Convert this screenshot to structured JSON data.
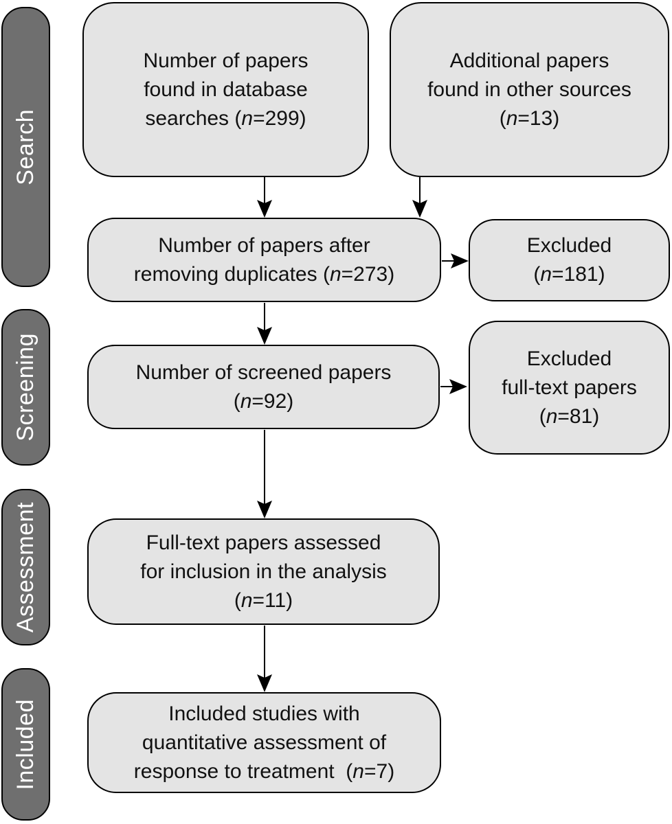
{
  "palette": {
    "box-fill": "#e4e4e4",
    "box-border": "#000000",
    "stage-fill": "#6f6f6f",
    "stage-border": "#000000",
    "stage-text": "#ffffff",
    "text": "#111111",
    "arrow": "#000000"
  },
  "stages": [
    {
      "label": "Search"
    },
    {
      "label": "Screening"
    },
    {
      "label": "Assessment"
    },
    {
      "label": "Included"
    }
  ],
  "boxes": {
    "database": {
      "label": "Number of papers\nfound in database\nsearches (n=299)",
      "n": 299
    },
    "other_sources": {
      "label": "Additional papers\nfound in other sources\n(n=13)",
      "n": 13
    },
    "deduplicated": {
      "label": "Number of papers after\nremoving duplicates (n=273)",
      "n": 273
    },
    "excluded": {
      "label": "Excluded\n(n=181)",
      "n": 181
    },
    "screened": {
      "label": "Number of screened papers\n(n=92)",
      "n": 92
    },
    "excluded_fulltext": {
      "label": "Excluded\nfull-text papers\n(n=81)",
      "n": 81
    },
    "fulltext_assessed": {
      "label": "Full-text papers assessed\nfor inclusion in the analysis\n(n=11)",
      "n": 11
    },
    "included_studies": {
      "label": "Included studies with\nquantitative assessment of\nresponse to treatment  (n=7)",
      "n": 7
    }
  }
}
